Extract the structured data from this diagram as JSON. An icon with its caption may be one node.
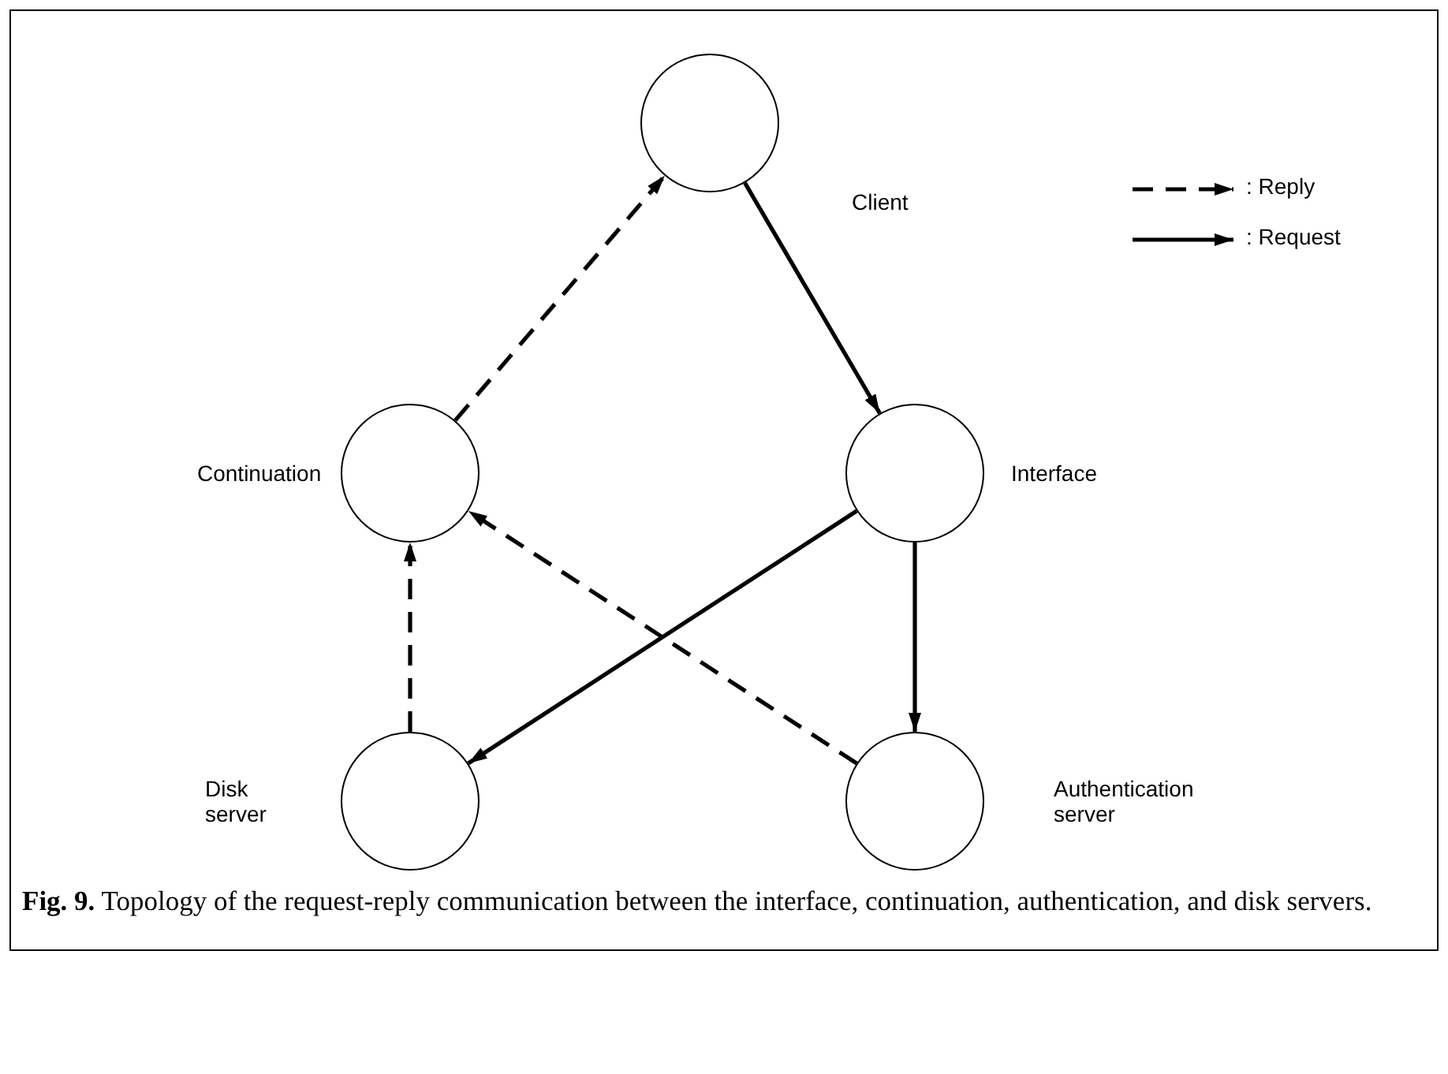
{
  "diagram": {
    "caption": "**Fig. 9.** Topology of the request-reply communication between the interface, continuation, authentication, and disk servers.",
    "nodes": [
      {
        "text": [],
        "shape": "circle",
        "beside": [
          "Client"
        ]
      },
      {
        "text": [],
        "shape": "circle",
        "beside": [
          "Continuation"
        ]
      },
      {
        "text": [],
        "shape": "circle",
        "beside": [
          "Interface"
        ]
      },
      {
        "text": [],
        "shape": "circle",
        "beside": [
          "Disk server"
        ]
      },
      {
        "text": [],
        "shape": "circle",
        "beside": [
          "Authentication server"
        ]
      }
    ],
    "edges": [
      {
        "from": 1,
        "to": 0,
        "arrow": "to",
        "style": "dashed"
      },
      {
        "from": 0,
        "to": 2,
        "arrow": "to"
      },
      {
        "from": 2,
        "to": 3,
        "arrow": "to"
      },
      {
        "from": 2,
        "to": 4,
        "arrow": "to"
      },
      {
        "from": 3,
        "to": 1,
        "arrow": "to",
        "style": "dashed"
      },
      {
        "from": 4,
        "to": 1,
        "arrow": "to",
        "style": "dashed"
      }
    ],
    "legend": [
      {
        "text": ": Reply"
      },
      {
        "text": ": Request"
      }
    ]
  }
}
